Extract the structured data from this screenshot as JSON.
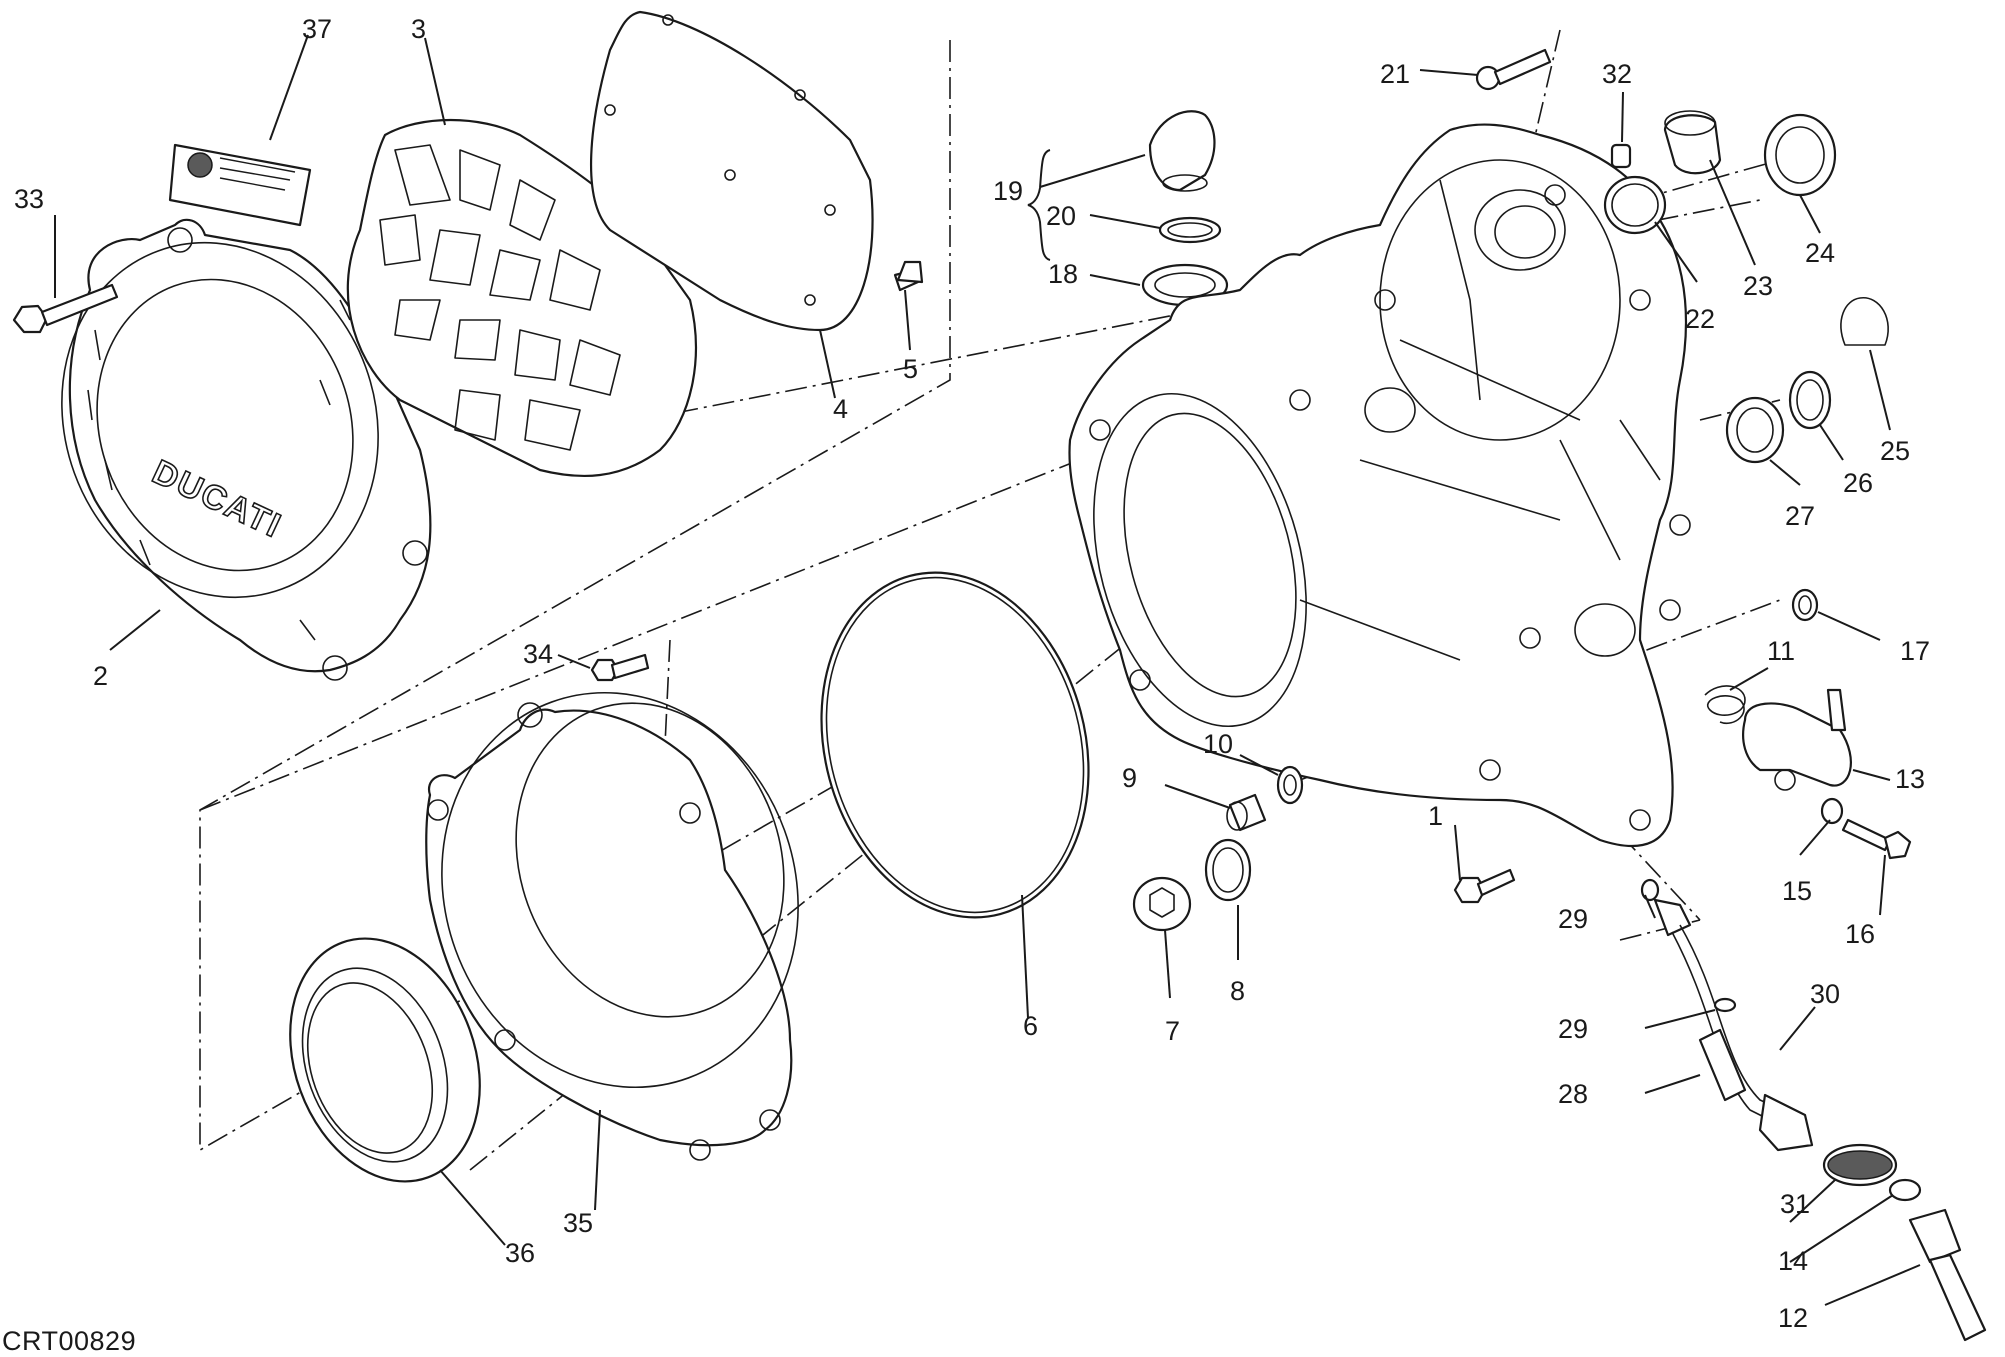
{
  "drawing_code": "CRT00829",
  "logo": {
    "brand": "DUCATI"
  },
  "callouts": [
    {
      "id": "c1",
      "text": "1"
    },
    {
      "id": "c2",
      "text": "2"
    },
    {
      "id": "c3",
      "text": "3"
    },
    {
      "id": "c4",
      "text": "4"
    },
    {
      "id": "c5",
      "text": "5"
    },
    {
      "id": "c6",
      "text": "6"
    },
    {
      "id": "c7",
      "text": "7"
    },
    {
      "id": "c8",
      "text": "8"
    },
    {
      "id": "c9",
      "text": "9"
    },
    {
      "id": "c10",
      "text": "10"
    },
    {
      "id": "c11",
      "text": "11"
    },
    {
      "id": "c12",
      "text": "12"
    },
    {
      "id": "c13",
      "text": "13"
    },
    {
      "id": "c14",
      "text": "14"
    },
    {
      "id": "c15",
      "text": "15"
    },
    {
      "id": "c16",
      "text": "16"
    },
    {
      "id": "c17",
      "text": "17"
    },
    {
      "id": "c18",
      "text": "18"
    },
    {
      "id": "c19",
      "text": "19"
    },
    {
      "id": "c20",
      "text": "20"
    },
    {
      "id": "c21",
      "text": "21"
    },
    {
      "id": "c22",
      "text": "22"
    },
    {
      "id": "c23",
      "text": "23"
    },
    {
      "id": "c24",
      "text": "24"
    },
    {
      "id": "c25",
      "text": "25"
    },
    {
      "id": "c26",
      "text": "26"
    },
    {
      "id": "c27",
      "text": "27"
    },
    {
      "id": "c28",
      "text": "28"
    },
    {
      "id": "c29a",
      "text": "29"
    },
    {
      "id": "c29b",
      "text": "29"
    },
    {
      "id": "c30",
      "text": "30"
    },
    {
      "id": "c31",
      "text": "31"
    },
    {
      "id": "c32",
      "text": "32"
    },
    {
      "id": "c33",
      "text": "33"
    },
    {
      "id": "c34",
      "text": "34"
    },
    {
      "id": "c35",
      "text": "35"
    },
    {
      "id": "c36",
      "text": "36"
    },
    {
      "id": "c37",
      "text": "37"
    }
  ]
}
